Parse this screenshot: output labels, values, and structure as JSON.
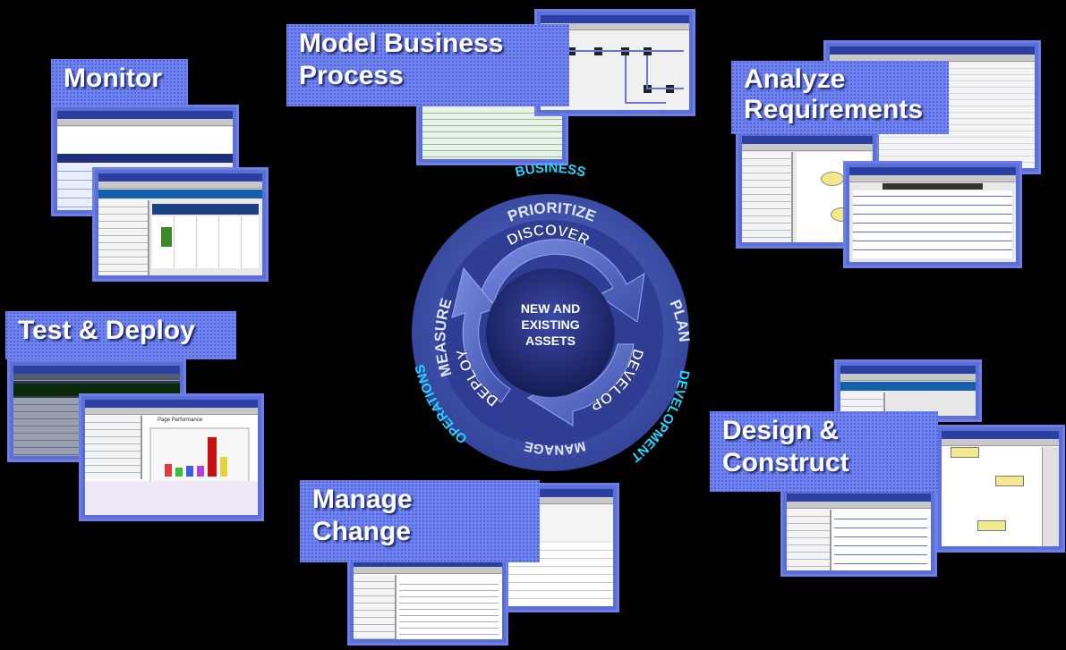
{
  "labels": {
    "monitor": "Monitor",
    "model": [
      "Model Business",
      "Process"
    ],
    "analyze": [
      "Analyze",
      "Requirements"
    ],
    "test": "Test & Deploy",
    "design": [
      "Design &",
      "Construct"
    ],
    "manage_change": [
      "Manage",
      "Change"
    ]
  },
  "cycle": {
    "center": [
      "NEW AND",
      "EXISTING",
      "ASSETS"
    ],
    "inner_phases": [
      "DISCOVER",
      "DEVELOP",
      "DEPLOY"
    ],
    "middle_phases": [
      "PRIORITIZE",
      "PLAN",
      "MANAGE",
      "MEASURE"
    ],
    "outer_phases": [
      "BUSINESS",
      "DEVELOPMENT",
      "OPERATIONS"
    ]
  },
  "screenshot_thumbnails": {
    "monitor_title": "Workflow Dashboard",
    "page_performance": "Page Performance",
    "use_case_title": "Use Case Specification: Browse Catalog"
  },
  "colors": {
    "background": "#000000",
    "label_fill": "#6f84f0",
    "ring_outer": "#3f4fa6",
    "ring_inner": "#2c3a8c",
    "core": "#1c2466",
    "outer_text": "#22d4ff"
  }
}
